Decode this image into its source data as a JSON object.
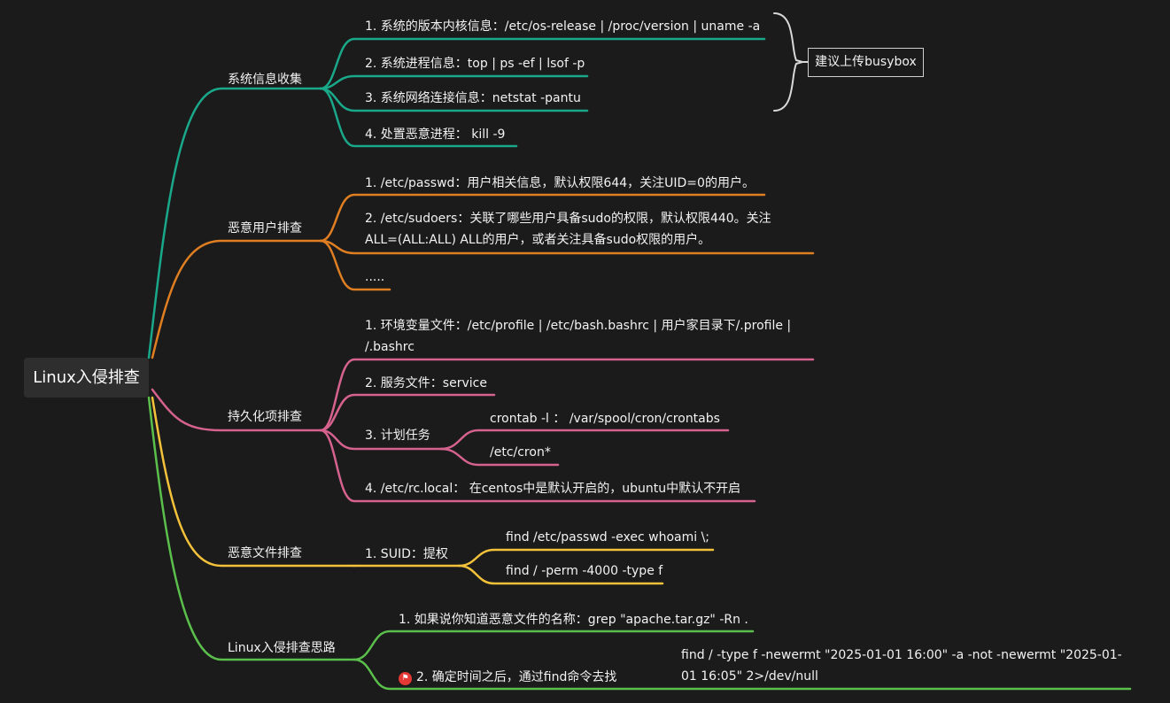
{
  "root": {
    "label": "Linux入侵排查"
  },
  "colors": {
    "teal": "#1aa88a",
    "orange": "#e07f22",
    "pink": "#d6628e",
    "yellow": "#f3c23a",
    "green": "#5bbf4c"
  },
  "branches": {
    "sysinfo": {
      "label": "系统信息收集",
      "items": [
        "1. 系统的版本内核信息：/etc/os-release | /proc/version | uname -a",
        "2. 系统进程信息：top | ps -ef | lsof -p",
        "3. 系统网络连接信息：netstat -pantu",
        "4. 处置恶意进程： kill -9"
      ],
      "summary": "建议上传busybox"
    },
    "users": {
      "label": "恶意用户排查",
      "items": [
        "1. /etc/passwd：用户相关信息，默认权限644，关注UID=0的用户。",
        "2. /etc/sudoers：关联了哪些用户具备sudo的权限，默认权限440。关注ALL=(ALL:ALL) ALL的用户，或者关注具备sudo权限的用户。",
        "....."
      ]
    },
    "persist": {
      "label": "持久化项排查",
      "items": [
        "1. 环境变量文件：/etc/profile | /etc/bash.bashrc | 用户家目录下/.profile | /.bashrc",
        "2. 服务文件：service",
        "3. 计划任务",
        "4. /etc/rc.local： 在centos中是默认开启的，ubuntu中默认不开启"
      ],
      "cron": [
        "crontab -l ： /var/spool/cron/crontabs",
        "/etc/cron*"
      ]
    },
    "files": {
      "label": "恶意文件排查",
      "items": [
        "1. SUID：提权"
      ],
      "suid": [
        "find /etc/passwd -exec whoami \\;",
        "find / -perm -4000 -type f"
      ]
    },
    "ideas": {
      "label": "Linux入侵排查思路",
      "items": [
        "1. 如果说你知道恶意文件的名称：grep \"apache.tar.gz\" -Rn .",
        "2. 确定时间之后，通过find命令去找"
      ],
      "find_cmd": "find / -type f -newermt \"2025-01-01 16:00\" -a -not -newermt \"2025-01-01 16:05\" 2>/dev/null"
    }
  }
}
